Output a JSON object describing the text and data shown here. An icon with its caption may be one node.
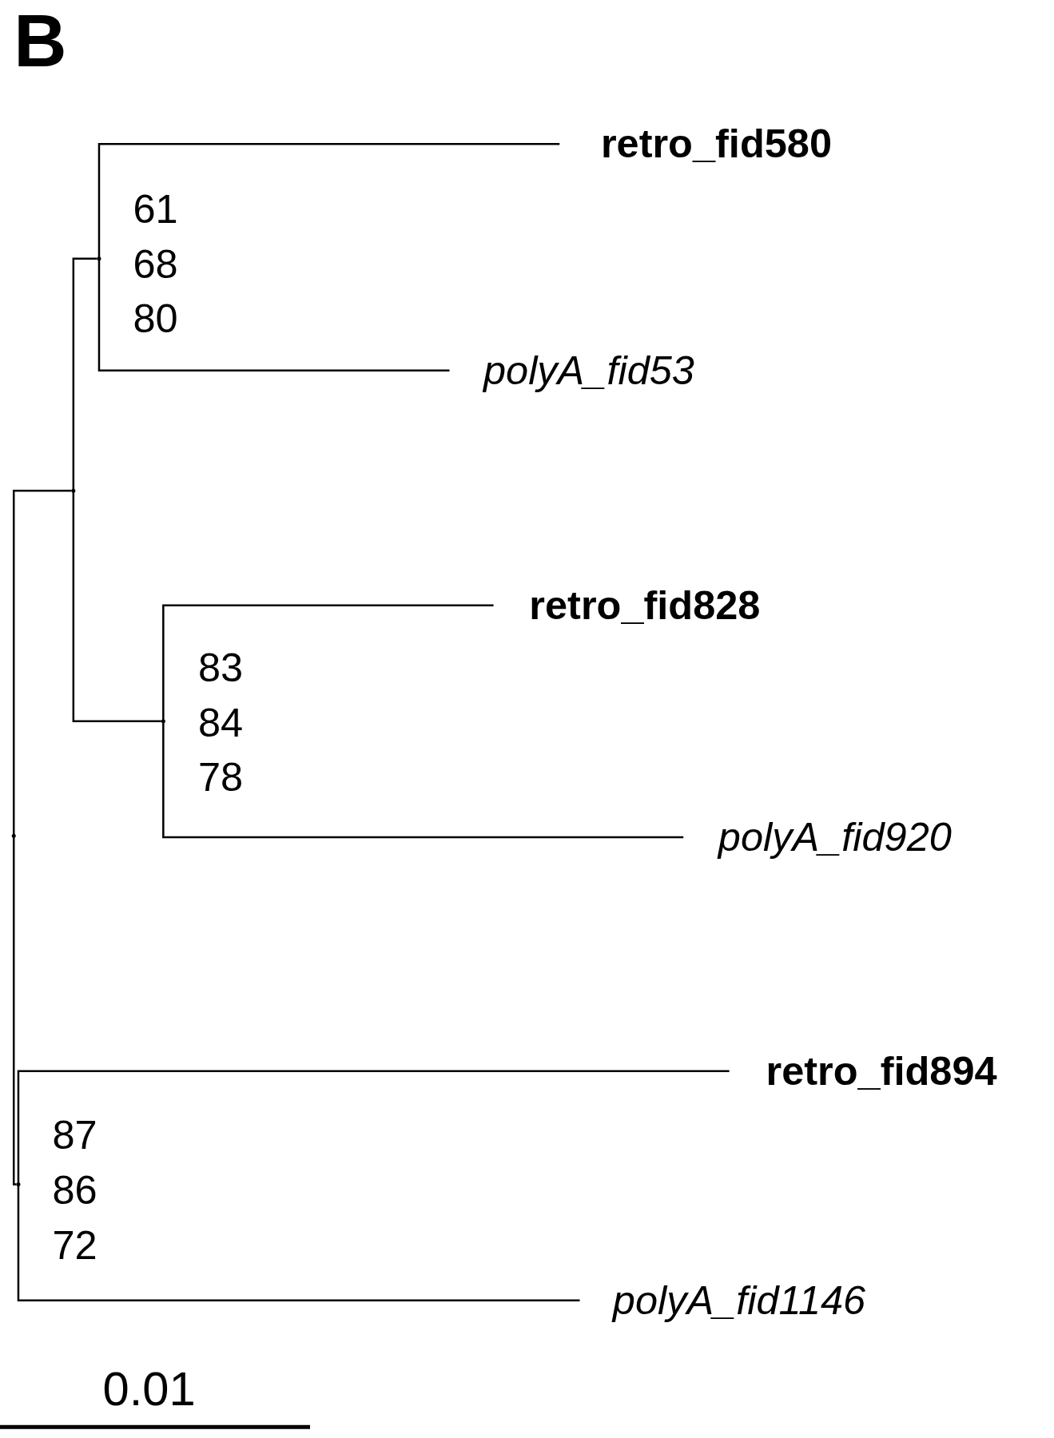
{
  "diagram": {
    "nodes": [
      {
        "text": [
          "retro_fid580"
        ]
      },
      {
        "text": [
          "polyA_fid53"
        ]
      },
      {
        "text": [
          "retro_fid828"
        ]
      },
      {
        "text": [
          "polyA_fid920"
        ]
      },
      {
        "text": [
          "retro_fid894"
        ]
      },
      {
        "text": [
          "polyA_fid1146"
        ]
      },
      {
        "text": [],
        "shape": "point"
      },
      {
        "text": [],
        "shape": "point"
      },
      {
        "text": [],
        "shape": "point"
      },
      {
        "text": [],
        "shape": "point"
      },
      {
        "text": [],
        "shape": "point"
      }
    ],
    "edges": [
      {
        "from": 6,
        "to": 8,
        "arrow": "none"
      },
      {
        "from": 6,
        "to": 7,
        "arrow": "none"
      },
      {
        "from": 8,
        "to": 9,
        "arrow": "none"
      },
      {
        "from": 8,
        "to": 10,
        "arrow": "none"
      },
      {
        "from": 9,
        "to": 0,
        "arrow": "none"
      },
      {
        "from": 9,
        "to": 1,
        "arrow": "none"
      },
      {
        "from": 10,
        "to": 2,
        "arrow": "none"
      },
      {
        "from": 10,
        "to": 3,
        "arrow": "none"
      },
      {
        "from": 7,
        "to": 4,
        "arrow": "none"
      },
      {
        "from": 7,
        "to": 5,
        "arrow": "none"
      }
    ],
    "labels": [
      "B",
      "61",
      "68",
      "80",
      "83",
      "84",
      "78",
      "87",
      "86",
      "72",
      "0.01"
    ]
  }
}
